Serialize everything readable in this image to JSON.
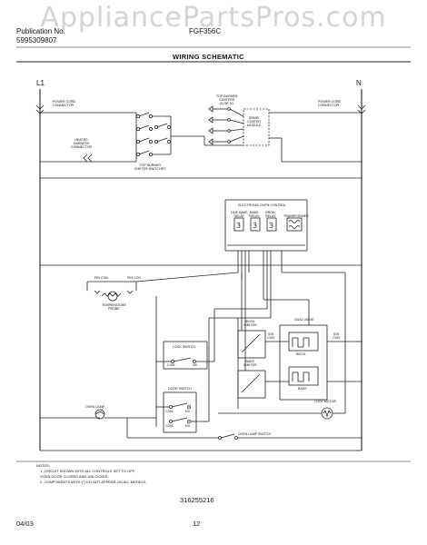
{
  "watermark": "AppliancePartsPros.com",
  "header": {
    "pub_line": "Publication No.",
    "part_number": "5995309807",
    "model": "FGF356C",
    "title": "WIRING SCHEMATIC"
  },
  "labels": {
    "l1": "L1",
    "n": "N",
    "power_cord_left": "POWER CORD\nCONNECTOR",
    "power_cord_right": "POWER CORD\nCONNECTOR",
    "top_burner_igniters": "TOP BURNER\nIGNITERS\n(4) SP. IG.",
    "spark_module": "SPARK\nIGNITER\nMODULE",
    "harness_connector": "HEATER\nHARNESS\nCONNECTOR",
    "burner_switches": "TOP BURNER\nIGNITER SWITCHES",
    "eoc": "ELECTRONIC OVEN CONTROL",
    "relay1": "LINE BAKE\nRELAY",
    "relay2": "BAKE\nRELAY",
    "relay3": "BROIL\nRELAY",
    "transformer": "TRANSFORMER",
    "pin_left": "PIN CON",
    "pin_right": "PIN CON",
    "temp_probe": "TEMPERATURE\nPROBE",
    "lock_switch": "LOCK SWITCH",
    "com": "COM",
    "no": "NO",
    "nc": "NC",
    "door_switch": "DOOR SWITCH",
    "oven_lamp": "OVEN LAMP",
    "oven_lamp_switch": "OVEN LAMP SWITCH",
    "broil_igniter": "BROIL\nIGNITER",
    "bake_igniter": "BAKE\nIGNITER",
    "dual_valve": "DUAL VALVE",
    "broil": "BROIL",
    "bake": "BAKE",
    "ign_con": "IGN\nCON",
    "lock_motor": "LOCK MOTOR"
  },
  "notes": {
    "heading": "NOTES:",
    "n1": "1.   CIRCUIT SHOWN WITH ALL CONTROLS SET TO OFF,",
    "n1b": "      OVEN DOOR CLOSED AND UNLOCKED.",
    "n2": "2.   COMPONENTS WITH  (*)  DO NOT APPEAR ON ALL MODELS."
  },
  "doc_number": "316255216",
  "footer": {
    "date": "04/03",
    "page": "12"
  }
}
